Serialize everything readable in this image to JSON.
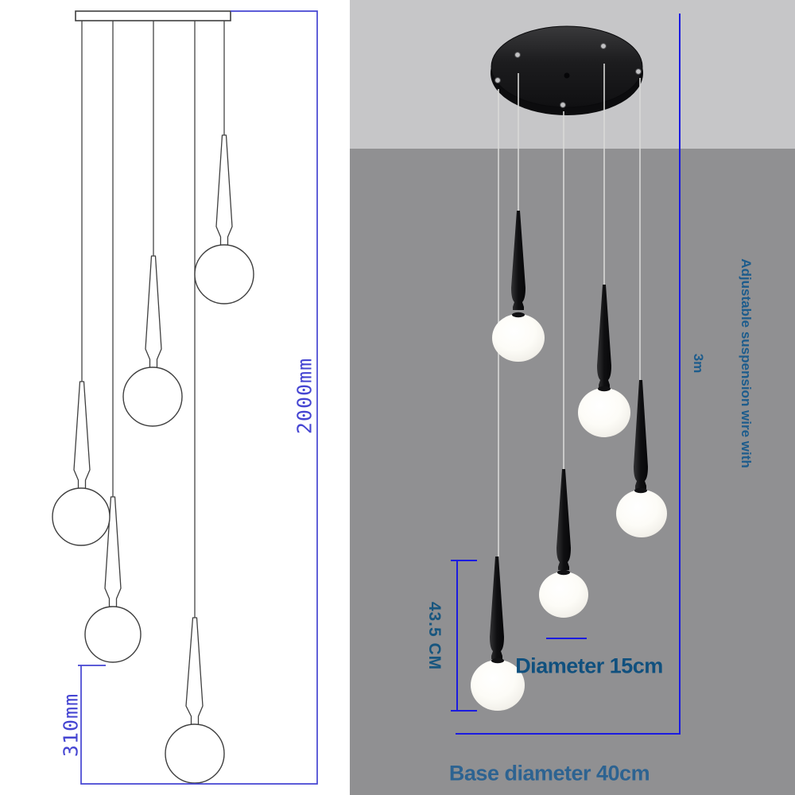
{
  "product": {
    "kind": "pendant-light-dimension-spec",
    "pendant_count": 5
  },
  "left_diagram": {
    "overall_height_label": "2000mm",
    "bottom_drop_label": "310mm"
  },
  "right_photo": {
    "pendant_height_label": "43.5 CM",
    "shade_diameter_label": "Diameter 15cm",
    "base_diameter_label": "Base diameter 40cm",
    "suspension_note_lines": [
      "Adjustable suspension wire with",
      "3m"
    ]
  },
  "colors": {
    "cad_dimension_blue": "#4545d2",
    "cad_line_gray": "#3f3f3f",
    "photo_dimension_blue": "#1b1be0",
    "photo_text_blue": "#18567f",
    "photo_bg_top": "#c6c6c8",
    "photo_bg_bottom": "#909092",
    "fixture_black": "#151517",
    "globe_white": "#fdfcf8"
  }
}
